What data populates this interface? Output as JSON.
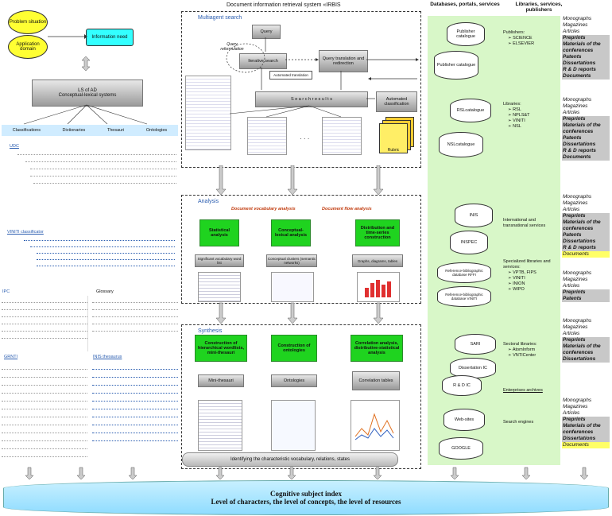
{
  "title": "Document information retrieval system «IRBIS",
  "left": {
    "problem_situation": "Problem situation",
    "application_domain": "Application domain",
    "information_need": "Information need",
    "lsofad_title": "LS of AD",
    "lsofad_sub": "Conceptual-lexical systems",
    "categories": [
      "Classifications",
      "Dictionaries",
      "Thesauri",
      "Ontologies"
    ],
    "udc": "UDC",
    "viniti": "VINITI classificator",
    "ipc": "IPC",
    "glossary": "Glossary",
    "grnti": "GRNTI",
    "inis_thesaurus": "INIS thesaurus"
  },
  "multiagent": {
    "title": "Multiagent search",
    "query": "Query",
    "query_reformulation": "Query reformulation",
    "iterative_search": "Iterative search",
    "query_translation": "Query translation and redirection",
    "automated_translation": "Automated translation",
    "search_results": "S e a r c h   r e s u l t s",
    "automated_classification": "Automated classification",
    "rubric": "Rubric",
    "dots": "· · ·"
  },
  "analysis": {
    "title": "Analysis",
    "doc_vocab": "Document vocabulary analysis",
    "doc_flow": "Document flow analysis",
    "statistical": "Statistical analysis",
    "conceptual": "Conceptual-lexical analysis",
    "distribution": "Distribution and time-series construction",
    "sig_vocab": "Significant vocabulary word list",
    "conceptual_clusters": "Conceptual clusters (semantic networks)",
    "graphs": "Graphs, diagrams, tables"
  },
  "synthesis": {
    "title": "Synthesis",
    "hier": "Construction of hierarchical wordlists, mini-thesauri",
    "onto": "Construction of ontologies",
    "corr": "Correlation analysis, distributive-statistical analysis",
    "mini_thesauri": "Mini-thesauri",
    "ontologies": "Ontologies",
    "corr_tables": "Correlation tables",
    "identify": "Identifying the characteristic vocabulary, relations, states"
  },
  "right": {
    "col1_title": "Databases, portals, services",
    "col2_title": "Libraries, services, publishers",
    "publisher_catalogue": "Publisher catalogue",
    "publishers_label": "Publishers:",
    "publishers": [
      "SCIENCE",
      "ELSEVIER"
    ],
    "rsl_catalogue": "RSLcatalogue",
    "nsl_catalogue": "NSLcatalogue",
    "libraries_label": "Libraries:",
    "libraries": [
      "RSL",
      "NPLS&T",
      "VINITI",
      "NSL"
    ],
    "inis": "INIS",
    "inspec": "INSPEC",
    "international_label": "International and transnational services",
    "ref_db_1": "Reference-bibliographic database RFFI",
    "ref_db_2": "Reference-bibliographic database VINITI",
    "specialized_label": "Specialized libraries and services:",
    "specialized": [
      "VPTB, FIPS",
      "VINITI",
      "INION",
      "WIPO"
    ],
    "sari": "SARI",
    "dissertations_ic": "Dissertation IC",
    "rd_ic": "R & D IC",
    "sectoral_label": "Sectoral libraries:",
    "sectoral": [
      "AtomInform",
      "VNTICenter"
    ],
    "enterprise": "Enterprises archives",
    "websites": "Web-sites",
    "google": "GOOGLE",
    "search_engines": "Search engines",
    "pubs": [
      "Monographs",
      "Magazines",
      "Articles",
      "Preprints",
      "Materials of the conferences",
      "Patents",
      "Dissertations",
      "R & D reports",
      "Documents"
    ]
  },
  "bottom": {
    "line1": "Cognitive subject index",
    "line2": "Level of characters, the level of concepts, the level of resources"
  }
}
